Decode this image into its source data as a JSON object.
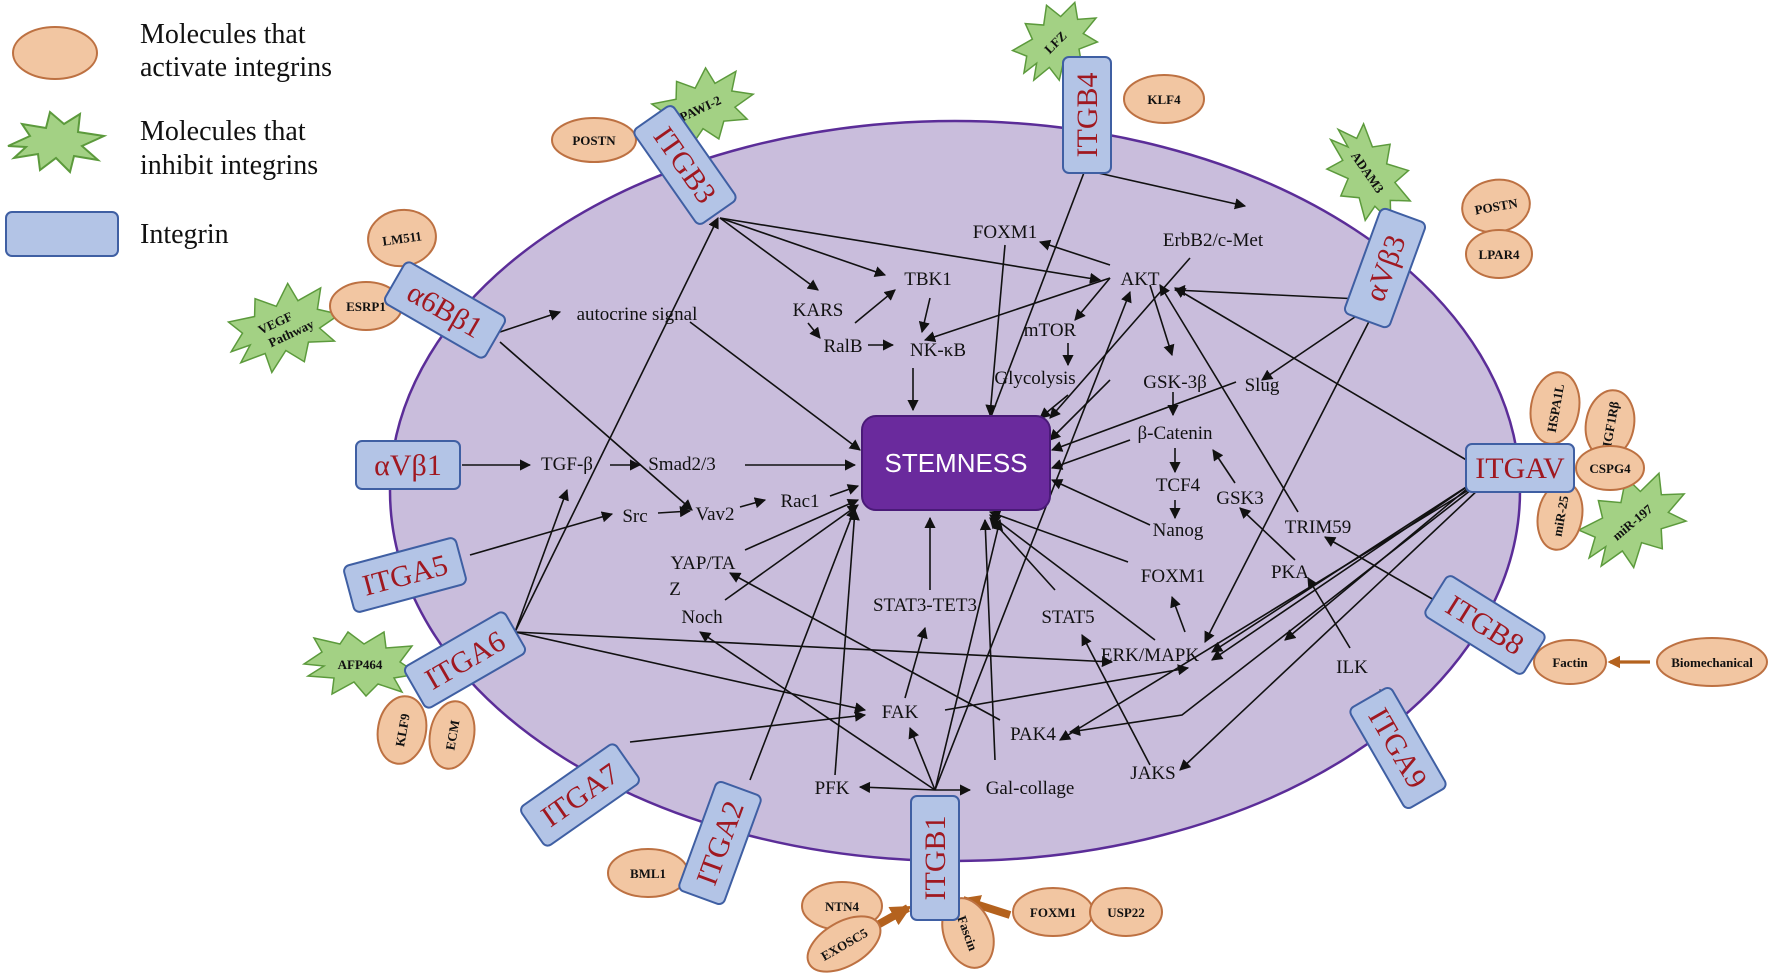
{
  "legend": {
    "activate": [
      "Molecules that",
      "activate integrins"
    ],
    "inhibit": [
      "Molecules that",
      "inhibit integrins"
    ],
    "integrin": "Integrin"
  },
  "colors": {
    "cell_fill": "#c9bddc",
    "cell_stroke": "#5b2d98",
    "integrin_fill": "#b3c4e6",
    "integrin_stroke": "#3f5fa3",
    "integrin_text": "#a01820",
    "activator_fill": "#f2c6a2",
    "activator_stroke": "#bd7142",
    "inhibitor_fill": "#a3d184",
    "inhibitor_stroke": "#5c9a3c",
    "stemness_fill": "#6a2a9d",
    "brown_arrow": "#b4621e"
  },
  "center": "STEMNESS",
  "integrins": [
    "ITGB3",
    "ITGB4",
    "α6Bβ1",
    "αVβ3",
    "αVβ1",
    "ITGAV",
    "ITGA5",
    "ITGA6",
    "ITGB8",
    "ITGA7",
    "ITGA2",
    "ITGB1",
    "ITGA9"
  ],
  "activators": [
    "POSTN",
    "KLF4",
    "LM511",
    "ESRP1",
    "POSTN",
    "LPAR4",
    "HSPA1L",
    "IGF1Rβ",
    "CSPG4",
    "miR-25",
    "Factin",
    "Biomechanical",
    "KLF9",
    "ECM",
    "BML1",
    "NTN4",
    "EXOSC5",
    "Fascin",
    "FOXM1",
    "USP22"
  ],
  "inhibitors": [
    "PAWI-2",
    "LFZ",
    "ADAM3",
    "VEGF",
    "Pathway",
    "miR-197",
    "AFP464"
  ],
  "pathway": [
    "FOXM1",
    "ErbB2/c-Met",
    "TBK1",
    "AKT",
    "KARS",
    "autocrine signal",
    "RalB",
    "NK-κB",
    "mTOR",
    "Glycolysis",
    "GSK-3β",
    "Slug",
    "TGF-β",
    "Smad2/3",
    "β-Catenin",
    "TCF4",
    "GSK3",
    "Src",
    "Vav2",
    "Rac1",
    "Nanog",
    "TRIM59",
    "YAP/TA",
    "Z",
    "FOXM1",
    "PKA",
    "STAT3-TET3",
    "Noch",
    "STAT5",
    "ERK/MAPK",
    "ILK",
    "FAK",
    "PAK4",
    "PFK",
    "Gal-collage",
    "JAKS"
  ]
}
